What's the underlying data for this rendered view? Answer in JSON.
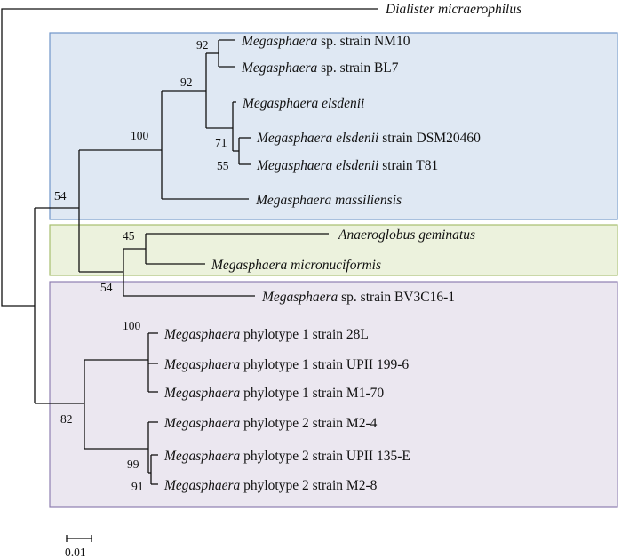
{
  "colors": {
    "box_upper_fill": "#dfe8f3",
    "box_upper_stroke": "#6f95c9",
    "box_middle_fill": "#ecf2dd",
    "box_middle_stroke": "#a6bf6e",
    "box_lower_fill": "#ebe7f0",
    "box_lower_stroke": "#8e7eb0"
  },
  "leaves": [
    {
      "genus": "Dialister micraerophilus",
      "rest": ""
    },
    {
      "genus": "Megasphaera",
      "rest": " sp. strain NM10"
    },
    {
      "genus": "Megasphaera",
      "rest": " sp. strain BL7"
    },
    {
      "genus": "Megasphaera elsdenii",
      "rest": ""
    },
    {
      "genus": "Megasphaera elsdenii",
      "rest": " strain DSM20460"
    },
    {
      "genus": "Megasphaera elsdenii",
      "rest": " strain T81"
    },
    {
      "genus": "Megasphaera massiliensis",
      "rest": ""
    },
    {
      "genus": "Anaeroglobus geminatus",
      "rest": ""
    },
    {
      "genus": "Megasphaera micronuciformis",
      "rest": ""
    },
    {
      "genus": "Megasphaera",
      "rest": " sp. strain BV3C16-1"
    },
    {
      "genus": "Megasphaera",
      "rest": " phylotype 1 strain 28L"
    },
    {
      "genus": "Megasphaera",
      "rest": " phylotype 1 strain UPII 199-6"
    },
    {
      "genus": "Megasphaera",
      "rest": " phylotype 1 strain M1-70"
    },
    {
      "genus": "Megasphaera",
      "rest": " phylotype 2 strain M2-4"
    },
    {
      "genus": "Megasphaera",
      "rest": " phylotype 2 strain UPII 135-E"
    },
    {
      "genus": "Megasphaera",
      "rest": " phylotype 2 strain M2-8"
    }
  ],
  "bootstrap": [
    "92",
    "92",
    "100",
    "71",
    "55",
    "54",
    "45",
    "54",
    "100",
    "82",
    "99",
    "91"
  ],
  "scale_bar": {
    "label": "0.01"
  }
}
